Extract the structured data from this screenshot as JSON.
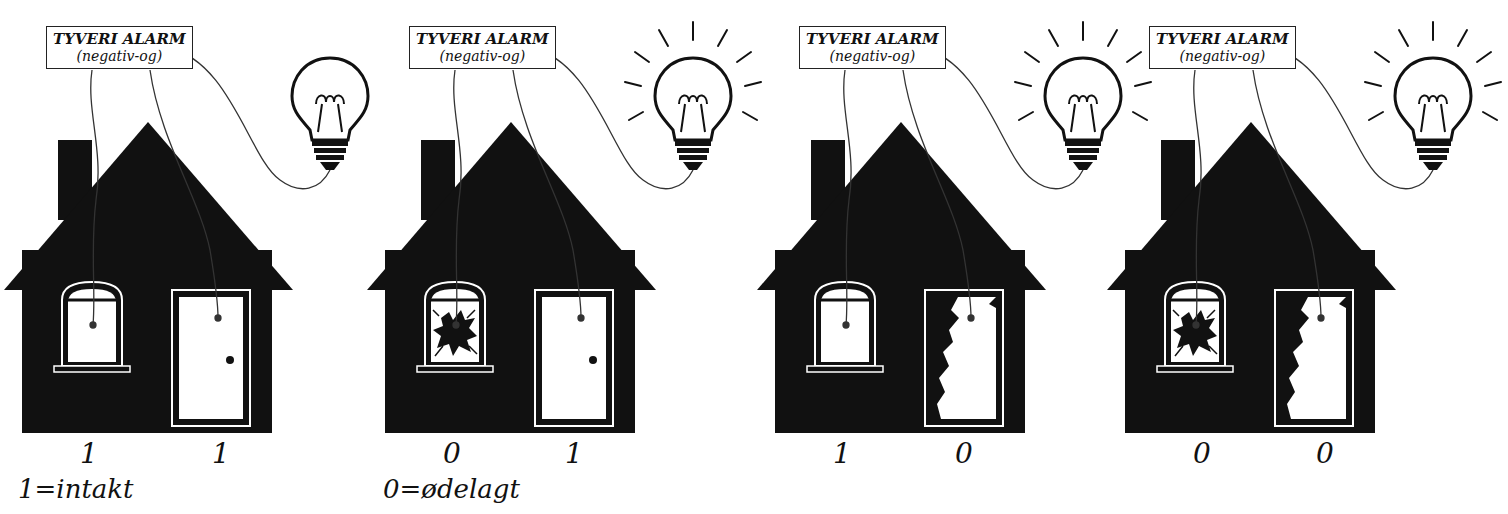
{
  "diagram": {
    "nodes": [
      {
        "text": [
          "TYVERI ALARM",
          "(negativ-og)"
        ]
      },
      {
        "text": [
          "TYVERI ALARM",
          "(negativ-og)"
        ]
      },
      {
        "text": [
          "TYVERI ALARM",
          "(negativ-og)"
        ]
      },
      {
        "text": [
          "TYVERI ALARM",
          "(negativ-og)"
        ]
      }
    ],
    "labels": [
      "1",
      "1",
      "1=intakt",
      "0",
      "1",
      "0=ødelagt",
      "1",
      "0",
      "0",
      "0"
    ]
  }
}
